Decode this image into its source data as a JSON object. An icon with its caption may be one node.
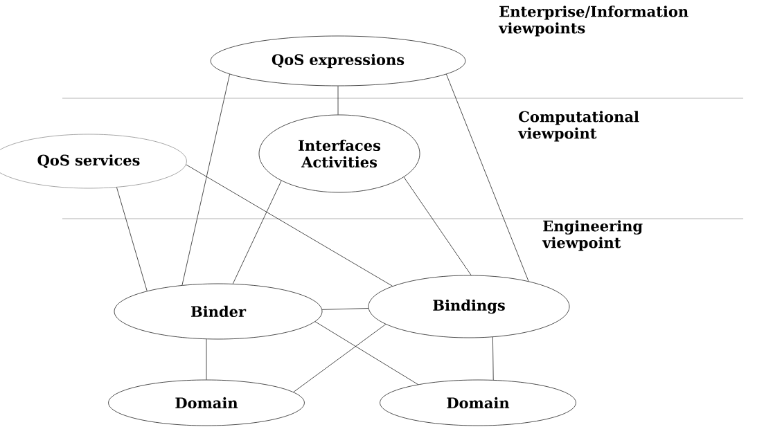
{
  "diagram": {
    "nodes": [
      {
        "text": [
          "QoS expressions"
        ]
      },
      {
        "text": [
          "Interfaces Activities"
        ]
      },
      {
        "text": [
          "QoS services"
        ]
      },
      {
        "text": [
          "Binder"
        ]
      },
      {
        "text": [
          "Bindings"
        ]
      },
      {
        "text": [
          "Domain"
        ]
      },
      {
        "text": [
          "Domain"
        ]
      }
    ],
    "edges": [
      {
        "from": 0,
        "to": 1,
        "arrow": "none"
      },
      {
        "from": 0,
        "to": 3,
        "arrow": "none"
      },
      {
        "from": 0,
        "to": 4,
        "arrow": "none"
      },
      {
        "from": 1,
        "to": 3,
        "arrow": "none"
      },
      {
        "from": 1,
        "to": 4,
        "arrow": "none"
      },
      {
        "from": 2,
        "to": 3,
        "arrow": "none"
      },
      {
        "from": 2,
        "to": 4,
        "arrow": "none"
      },
      {
        "from": 3,
        "to": 4,
        "arrow": "none"
      },
      {
        "from": 3,
        "to": 5,
        "arrow": "none"
      },
      {
        "from": 3,
        "to": 6,
        "arrow": "none"
      },
      {
        "from": 4,
        "to": 5,
        "arrow": "none"
      },
      {
        "from": 4,
        "to": 6,
        "arrow": "none"
      }
    ],
    "labels": [
      "Enterprise/Information viewpoints",
      "Computational viewpoint",
      "Engineering viewpoint"
    ]
  }
}
